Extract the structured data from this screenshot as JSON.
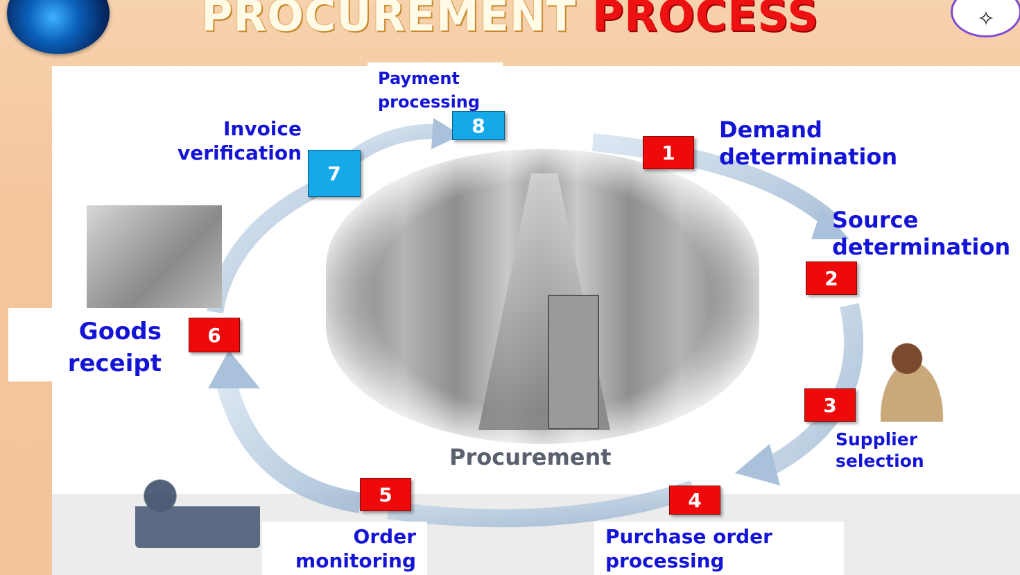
{
  "title": {
    "part1": "PROCUREMENT",
    "part2": "PROCESS"
  },
  "center_label": "Procurement",
  "steps": [
    {
      "number": "1",
      "lines": [
        "Demand",
        "determination"
      ],
      "color": "#ee0a0a"
    },
    {
      "number": "2",
      "lines": [
        "Source",
        "determination"
      ],
      "color": "#ee0a0a"
    },
    {
      "number": "3",
      "lines": [
        "Supplier",
        "selection"
      ],
      "color": "#ee0a0a"
    },
    {
      "number": "4",
      "lines": [
        "Purchase order",
        "processing"
      ],
      "color": "#ee0a0a"
    },
    {
      "number": "5",
      "lines": [
        "Order",
        "monitoring"
      ],
      "color": "#ee0a0a"
    },
    {
      "number": "6",
      "lines": [
        "Goods",
        "receipt"
      ],
      "color": "#ee0a0a"
    },
    {
      "number": "7",
      "lines": [
        "Invoice",
        "verification"
      ],
      "color": "#16a9ea"
    },
    {
      "number": "8",
      "lines": [
        "Payment",
        "processing"
      ],
      "color": "#16a9ea"
    }
  ],
  "colors": {
    "label_text": "#1414d6",
    "background": "#f3c9a0",
    "arrow": "#b9cde2"
  },
  "icons": {
    "top_left": "globe-icon",
    "top_right": "sparkle-icon"
  }
}
